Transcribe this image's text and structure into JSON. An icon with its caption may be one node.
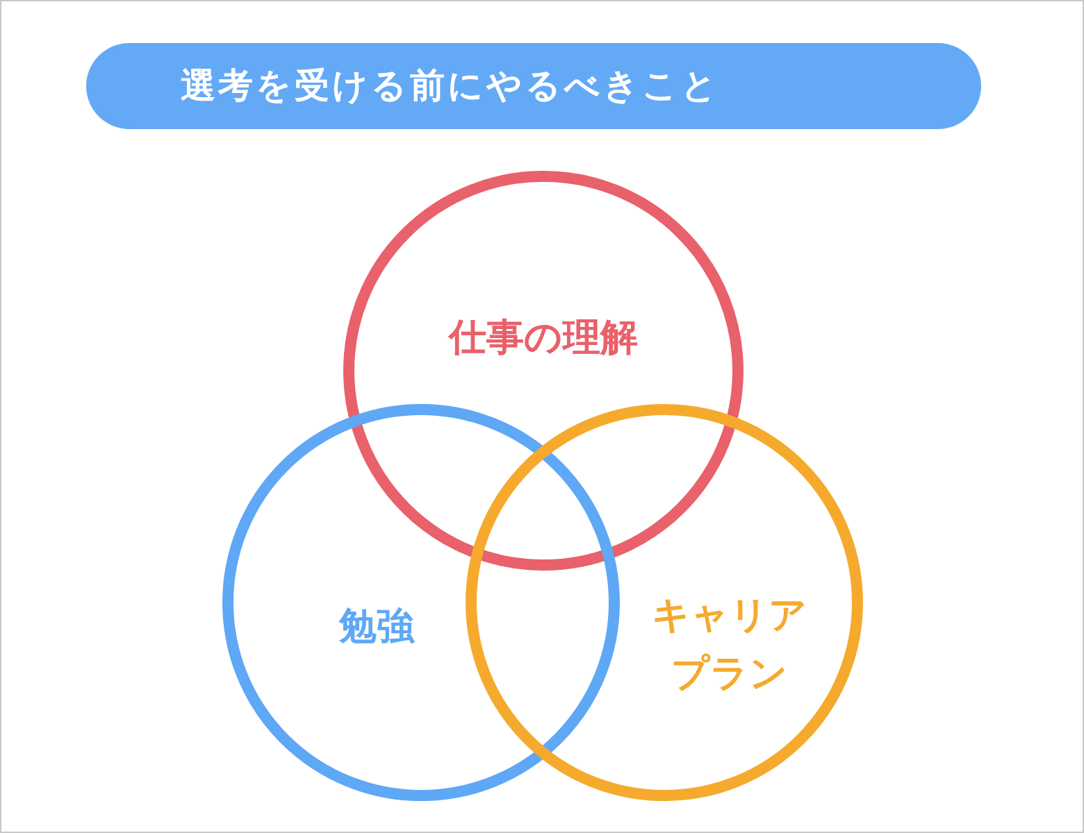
{
  "diagram": {
    "title": "選考を受ける前にやるべきこと",
    "nodes": [
      {
        "text": [
          "仕事の理解"
        ]
      },
      {
        "text": [
          "勉強"
        ]
      },
      {
        "text": [
          "キャリアプラン"
        ]
      }
    ]
  }
}
